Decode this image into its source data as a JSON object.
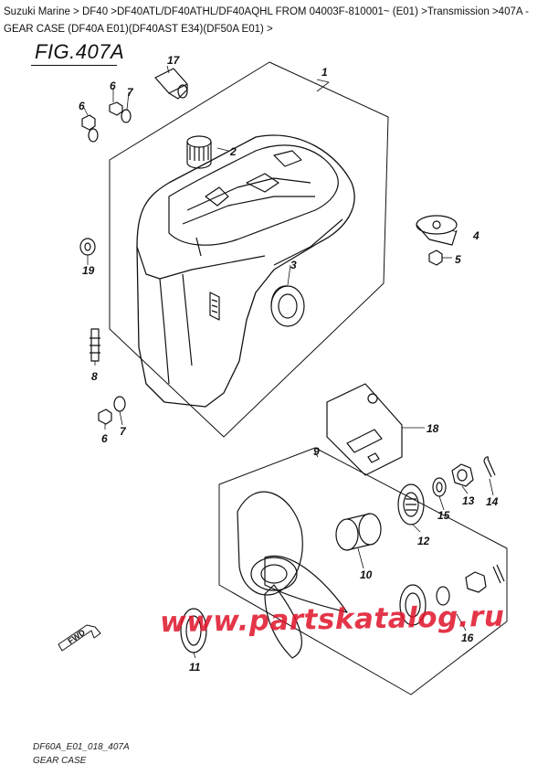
{
  "header": {
    "breadcrumb": "Suzuki Marine > DF40 >DF40ATL/DF40ATHL/DF40AQHL FROM 04003F-810001~ (E01) >Transmission >407A - GEAR CASE (DF40A E01)(DF40AST E34)(DF50A E01) >"
  },
  "figure": {
    "title": "FIG.407A",
    "drawing_code": "DF60A_E01_018_407A",
    "drawing_name": "GEAR CASE"
  },
  "callouts": {
    "c1": "1",
    "c2": "2",
    "c3": "3",
    "c4": "4",
    "c5": "5",
    "c6a": "6",
    "c6b": "6",
    "c6c": "6",
    "c7a": "7",
    "c7b": "7",
    "c8": "8",
    "c9": "9",
    "c10": "10",
    "c11": "11",
    "c12": "12",
    "c13": "13",
    "c14": "14",
    "c15": "15",
    "c16": "16",
    "c17": "17",
    "c18": "18",
    "c19": "19"
  },
  "icons": {
    "fwd_arrow": "FWD"
  },
  "watermark": {
    "text": "www.partskatalog.ru",
    "color": "#e0142a"
  }
}
